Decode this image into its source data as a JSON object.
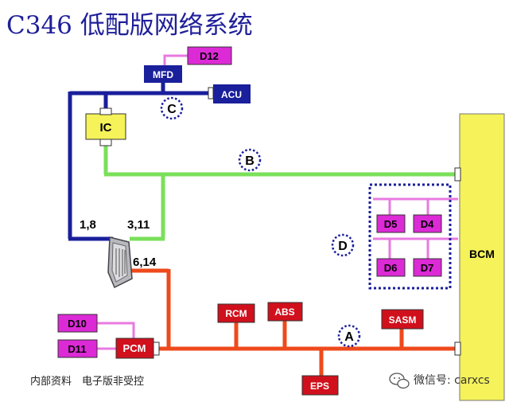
{
  "title": "C346 低配版网络系统",
  "colors": {
    "blue_bus": "#1a1f9b",
    "green_bus": "#7ae05a",
    "red_bus": "#ee4a1c",
    "pink_bus": "#e87ae0",
    "module_red": "#d0101c",
    "module_magenta": "#dc2ad6",
    "module_yellow": "#f5f25a",
    "module_blue": "#1a1f9b",
    "dotted": "#1a1f9b"
  },
  "modules": {
    "mfd": "MFD",
    "acu": "ACU",
    "d12": "D12",
    "ic": "IC",
    "bcm": "BCM",
    "d4": "D4",
    "d5": "D5",
    "d6": "D6",
    "d7": "D7",
    "d10": "D10",
    "d11": "D11",
    "pcm": "PCM",
    "rcm": "RCM",
    "abs": "ABS",
    "eps": "EPS",
    "sasm": "SASM"
  },
  "bus_markers": {
    "a": "A",
    "b": "B",
    "c": "C",
    "d": "D"
  },
  "pin_labels": {
    "pins_1_8": "1,8",
    "pins_3_11": "3,11",
    "pins_6_14": "6,14"
  },
  "footer": {
    "note": "内部资料　电子版非受控",
    "watermark": "微信号: carxcs"
  }
}
